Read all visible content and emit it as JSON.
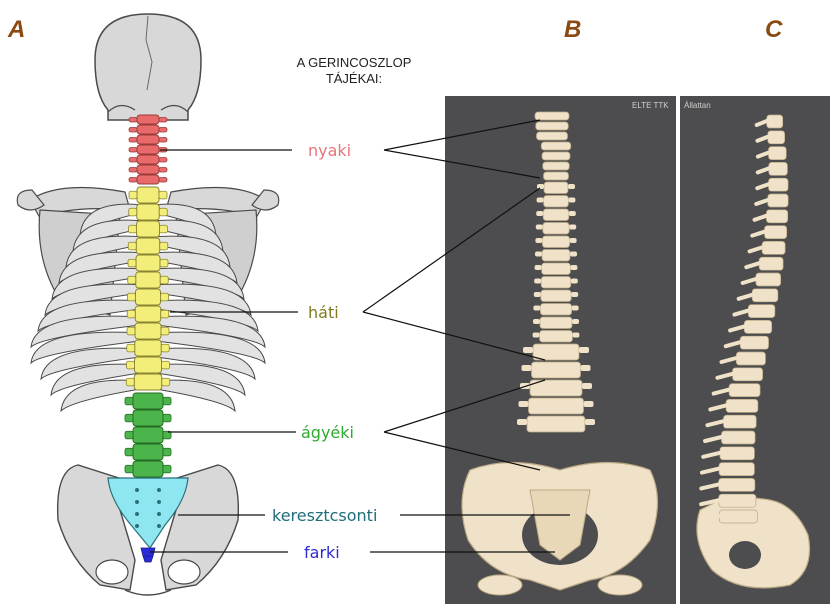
{
  "panel_letters": {
    "a": "A",
    "b": "B",
    "c": "C"
  },
  "title": {
    "line1": "A GERINCOSZLOP",
    "line2": "TÁJÉKAI:"
  },
  "regions": [
    {
      "key": "nyaki",
      "label": "nyaki",
      "color": "#e8747a"
    },
    {
      "key": "hati",
      "label": "háti",
      "color": "#7d7d1e"
    },
    {
      "key": "agyeki",
      "label": "ágyéki",
      "color": "#2faa2f"
    },
    {
      "key": "keresztcsonti",
      "label": "keresztcsonti",
      "color": "#1f6e7a"
    },
    {
      "key": "farki",
      "label": "farki",
      "color": "#2b2bd0"
    }
  ],
  "watermarks": {
    "b": "ELTE TTK",
    "c": "Állattan"
  },
  "colors": {
    "cervical": "#e86a6a",
    "thoracic": "#f3ee7a",
    "lumbar": "#4bb54b",
    "sacral": "#8ee6f0",
    "coccyx": "#2a2ad8",
    "bone_grey": "#d8d8d8",
    "bone_outline": "#4a4a4a",
    "photo_bg": "#4d4d4f",
    "bone_real": "#efe2c8"
  }
}
